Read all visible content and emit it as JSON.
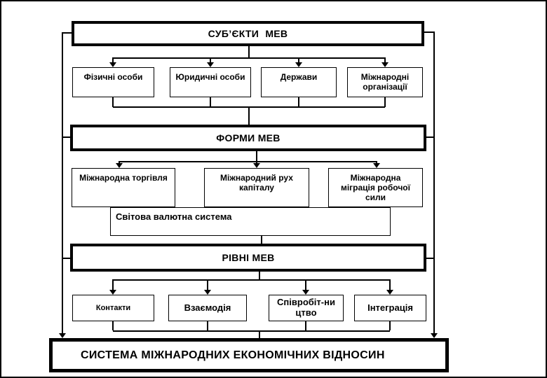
{
  "subjects": {
    "header": "СУБ’ЄКТИ МЕВ",
    "items": [
      "Фізичні особи",
      "Юридичні особи",
      "Держави",
      "Міжнародні\nорганізації"
    ]
  },
  "forms": {
    "header": "ФОРМИ МЕВ",
    "items": [
      "Міжнародна торгівля",
      "Міжнародний рух\nкапіталу",
      "Міжнародна\nміграція робочої\nсили"
    ],
    "world_currency_note": "Світова валютна система"
  },
  "levels": {
    "header": "РІВНІ МЕВ",
    "items": [
      "Контакти",
      "Взаємодія",
      "Співробіт-ни\nцтво",
      "Інтеграція"
    ]
  },
  "system_title": "СИСТЕМА МІЖНАРОДНИХ ЕКОНОМІЧНИХ ВІДНОСИН",
  "colors": {
    "line": "#000000",
    "background": "#ffffff",
    "text": "#000000"
  }
}
